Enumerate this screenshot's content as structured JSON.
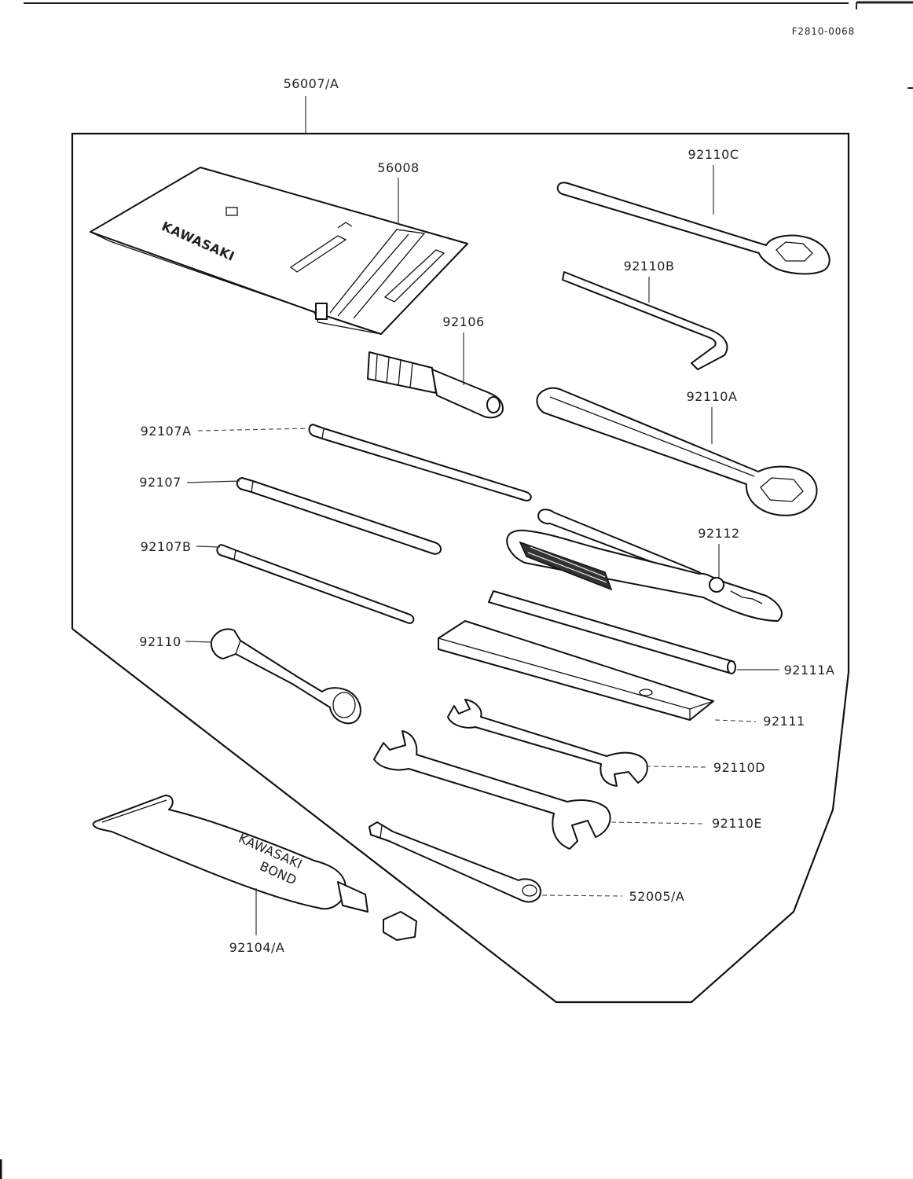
{
  "page": {
    "reference": "F2810-0068"
  },
  "parts": {
    "kit": "56007/A",
    "pouch": "56008",
    "pouch_brand": "KAWASAKI",
    "p92110C": "92110C",
    "p92110B": "92110B",
    "p92106": "92106",
    "p92110A": "92110A",
    "p92107A": "92107A",
    "p92107": "92107",
    "p92112": "92112",
    "p92107B": "92107B",
    "p92110": "92110",
    "p92111A": "92111A",
    "p92111": "92111",
    "p92110D": "92110D",
    "p92110E": "92110E",
    "p52005A": "52005/A",
    "p92104A": "92104/A",
    "tube_brand_1": "KAWASAKI",
    "tube_brand_2": "BOND"
  },
  "colors": {
    "ink": "#111111",
    "paper": "#ffffff",
    "grip": "#333333"
  }
}
